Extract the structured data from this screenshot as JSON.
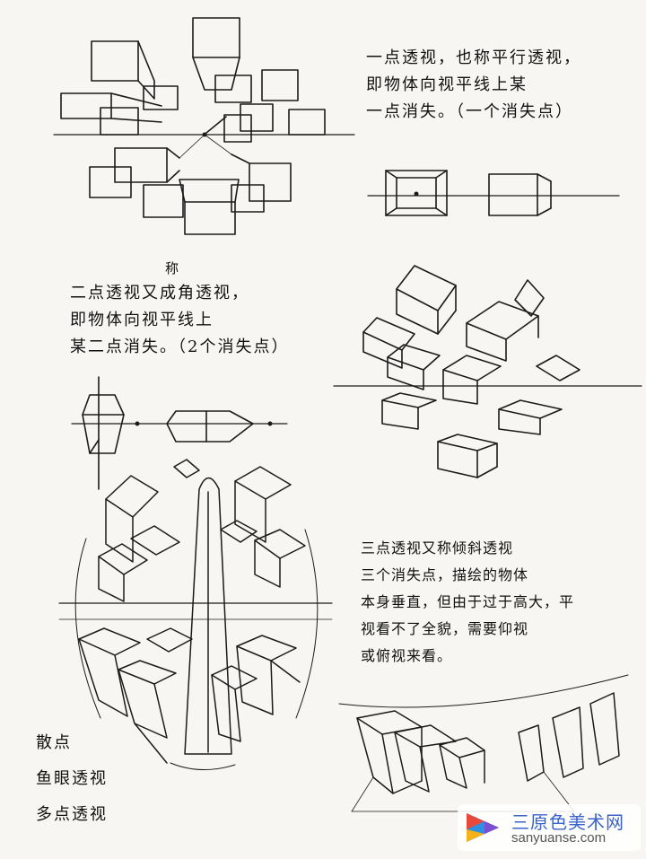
{
  "notes": {
    "one_point": [
      "一点透视，也称平行透视，",
      "即物体向视平线上某",
      "一点消失。（一个消失点）"
    ],
    "two_point_insert": "称",
    "two_point": [
      "二点透视又成角透视，",
      "即物体向视平线上",
      "某二点消失。（2个消失点）"
    ],
    "three_point": [
      "三点透视又称倾斜透视",
      "三个消失点，描绘的物体",
      "本身垂直，但由于过于高大，平",
      "视看不了全貌，需要仰视",
      "或俯视来看。"
    ],
    "scatter": [
      "散点",
      "鱼眼透视",
      "多点透视"
    ]
  },
  "watermark": {
    "name": "三原色美术网",
    "url": "sanyuanse.com",
    "colors": [
      "#e8493b",
      "#f6b21b",
      "#2f8fe0",
      "#7b4fd1"
    ]
  }
}
